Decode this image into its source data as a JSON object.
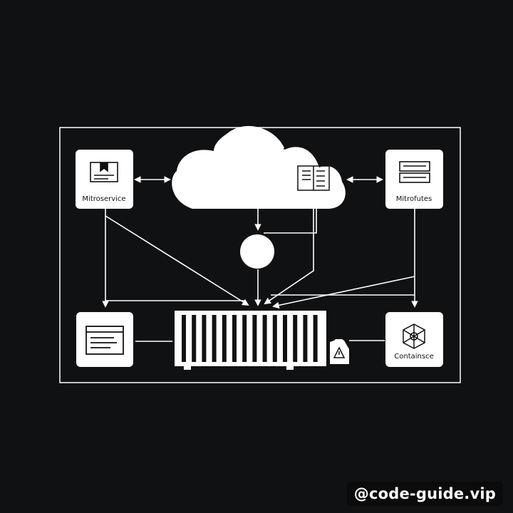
{
  "diagram": {
    "nodes": {
      "top_left": {
        "label": "Mitroservice",
        "icon": "document-bookmark-icon"
      },
      "top_right": {
        "label": "Mitrofutes",
        "icon": "server-rack-icon"
      },
      "bottom_left": {
        "label": "",
        "icon": "browser-window-icon"
      },
      "bottom_right": {
        "label": "Containsce",
        "icon": "network-cube-icon"
      },
      "cloud": {
        "icon": "cloud-icon",
        "inner_icon": "book-panel-icon"
      },
      "hub": {
        "icon": "circle-hub-icon"
      },
      "container": {
        "icon": "shipping-container-icon"
      },
      "warning": {
        "icon": "warning-tag-icon"
      }
    },
    "colors": {
      "background": "#101113",
      "foreground": "#ffffff",
      "text": "#111111"
    }
  },
  "watermark": "@code-guide.vip"
}
